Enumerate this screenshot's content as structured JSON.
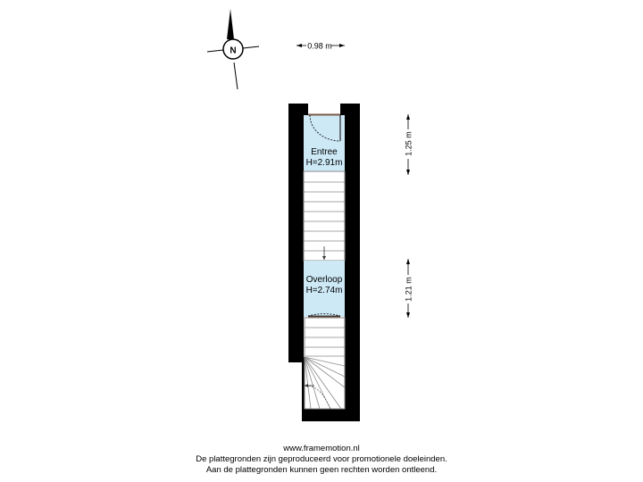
{
  "compass": {
    "north_label": "N"
  },
  "dimensions": {
    "width_top": "0.98 m",
    "height_upper": "1.25 m",
    "height_lower": "1.21 m"
  },
  "rooms": [
    {
      "name": "Entree",
      "height": "H=2.91m"
    },
    {
      "name": "Overloop",
      "height": "H=2.74m"
    }
  ],
  "footer": {
    "url": "www.framemotion.nl",
    "line1": "De plattegronden zijn geproduceerd voor promotionele doeleinden.",
    "line2": "Aan de plattegronden kunnen geen rechten worden ontleend."
  },
  "colors": {
    "room_fill": "#cde9f6",
    "wall": "#000000",
    "stair_line": "#8a8a8a",
    "door_frame": "#7a5a4a"
  }
}
